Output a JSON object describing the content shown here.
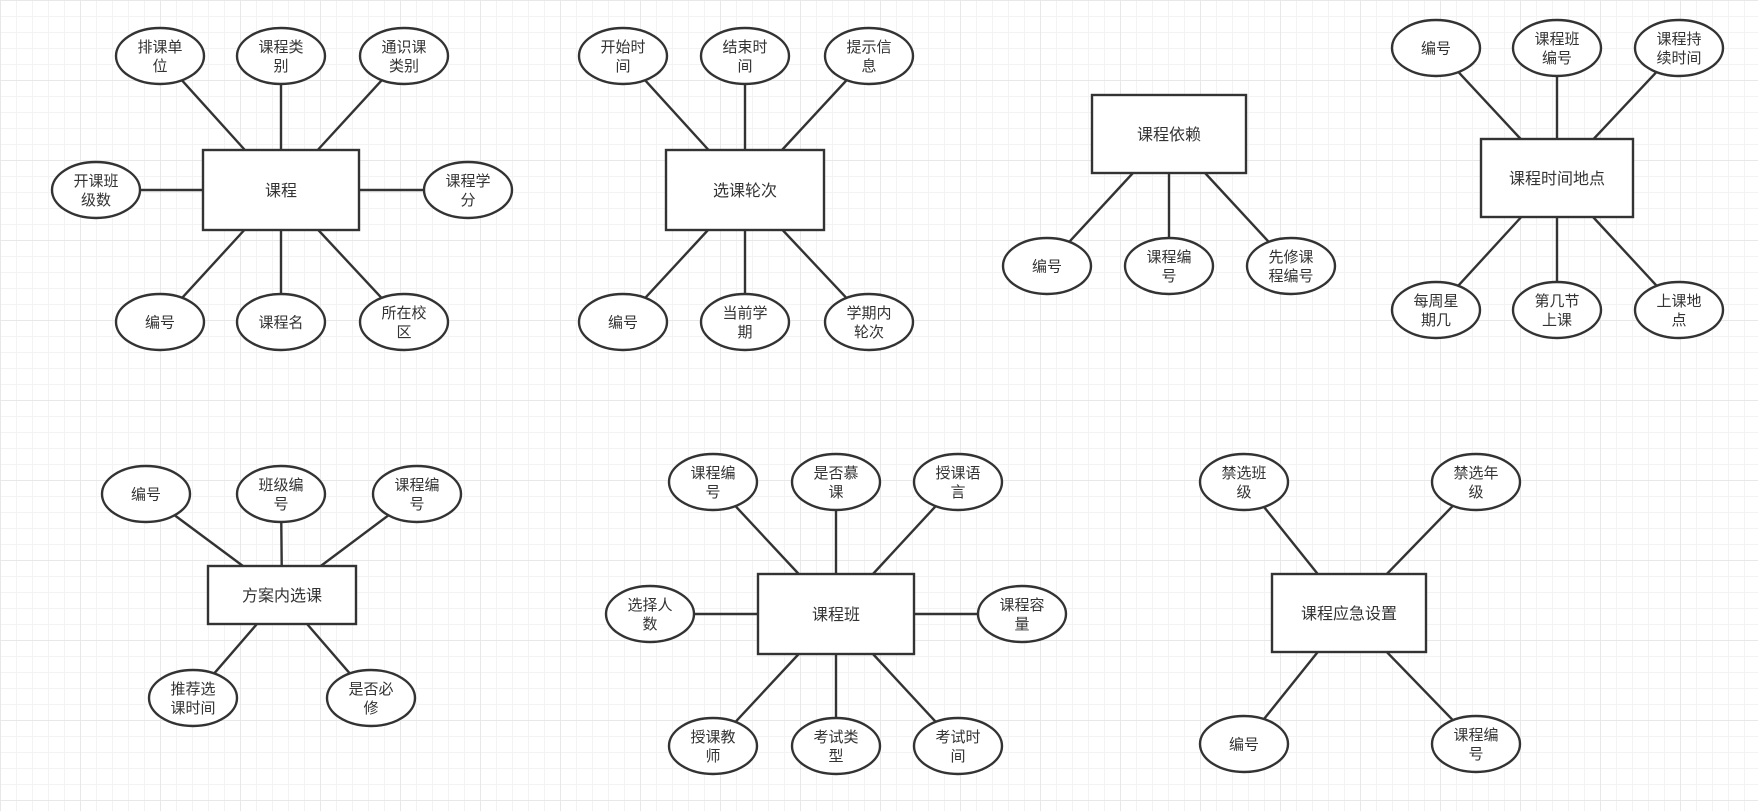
{
  "colors": {
    "stroke": "#333333",
    "fill": "#ffffff",
    "text": "#333333"
  },
  "entities": [
    {
      "id": "e1",
      "label": "课程",
      "attributes": [
        {
          "id": "a1_1",
          "lines": [
            "排课单",
            "位"
          ]
        },
        {
          "id": "a1_2",
          "lines": [
            "课程类",
            "别"
          ]
        },
        {
          "id": "a1_3",
          "lines": [
            "通识课",
            "类别"
          ]
        },
        {
          "id": "a1_4",
          "lines": [
            "开课班",
            "级数"
          ]
        },
        {
          "id": "a1_5",
          "lines": [
            "课程学",
            "分"
          ]
        },
        {
          "id": "a1_6",
          "lines": [
            "编号"
          ]
        },
        {
          "id": "a1_7",
          "lines": [
            "课程名"
          ]
        },
        {
          "id": "a1_8",
          "lines": [
            "所在校",
            "区"
          ]
        }
      ]
    },
    {
      "id": "e2",
      "label": "选课轮次",
      "attributes": [
        {
          "id": "a2_1",
          "lines": [
            "开始时",
            "间"
          ]
        },
        {
          "id": "a2_2",
          "lines": [
            "结束时",
            "间"
          ]
        },
        {
          "id": "a2_3",
          "lines": [
            "提示信",
            "息"
          ]
        },
        {
          "id": "a2_4",
          "lines": [
            "编号"
          ]
        },
        {
          "id": "a2_5",
          "lines": [
            "当前学",
            "期"
          ]
        },
        {
          "id": "a2_6",
          "lines": [
            "学期内",
            "轮次"
          ]
        }
      ]
    },
    {
      "id": "e3",
      "label": "课程依赖",
      "attributes": [
        {
          "id": "a3_1",
          "lines": [
            "编号"
          ]
        },
        {
          "id": "a3_2",
          "lines": [
            "课程编",
            "号"
          ]
        },
        {
          "id": "a3_3",
          "lines": [
            "先修课",
            "程编号"
          ]
        }
      ]
    },
    {
      "id": "e4",
      "label": "课程时间地点",
      "attributes": [
        {
          "id": "a4_1",
          "lines": [
            "编号"
          ]
        },
        {
          "id": "a4_2",
          "lines": [
            "课程班",
            "编号"
          ]
        },
        {
          "id": "a4_3",
          "lines": [
            "课程持",
            "续时间"
          ]
        },
        {
          "id": "a4_4",
          "lines": [
            "每周星",
            "期几"
          ]
        },
        {
          "id": "a4_5",
          "lines": [
            "第几节",
            "上课"
          ]
        },
        {
          "id": "a4_6",
          "lines": [
            "上课地",
            "点"
          ]
        }
      ]
    },
    {
      "id": "e5",
      "label": "方案内选课",
      "attributes": [
        {
          "id": "a5_1",
          "lines": [
            "编号"
          ]
        },
        {
          "id": "a5_2",
          "lines": [
            "班级编",
            "号"
          ]
        },
        {
          "id": "a5_3",
          "lines": [
            "课程编",
            "号"
          ]
        },
        {
          "id": "a5_4",
          "lines": [
            "推荐选",
            "课时间"
          ]
        },
        {
          "id": "a5_5",
          "lines": [
            "是否必",
            "修"
          ]
        }
      ]
    },
    {
      "id": "e6",
      "label": "课程班",
      "attributes": [
        {
          "id": "a6_1",
          "lines": [
            "课程编",
            "号"
          ]
        },
        {
          "id": "a6_2",
          "lines": [
            "是否慕",
            "课"
          ]
        },
        {
          "id": "a6_3",
          "lines": [
            "授课语",
            "言"
          ]
        },
        {
          "id": "a6_4",
          "lines": [
            "选择人",
            "数"
          ]
        },
        {
          "id": "a6_5",
          "lines": [
            "课程容",
            "量"
          ]
        },
        {
          "id": "a6_6",
          "lines": [
            "授课教",
            "师"
          ]
        },
        {
          "id": "a6_7",
          "lines": [
            "考试类",
            "型"
          ]
        },
        {
          "id": "a6_8",
          "lines": [
            "考试时",
            "间"
          ]
        }
      ]
    },
    {
      "id": "e7",
      "label": "课程应急设置",
      "attributes": [
        {
          "id": "a7_1",
          "lines": [
            "禁选班",
            "级"
          ]
        },
        {
          "id": "a7_2",
          "lines": [
            "禁选年",
            "级"
          ]
        },
        {
          "id": "a7_3",
          "lines": [
            "编号"
          ]
        },
        {
          "id": "a7_4",
          "lines": [
            "课程编",
            "号"
          ]
        }
      ]
    }
  ]
}
